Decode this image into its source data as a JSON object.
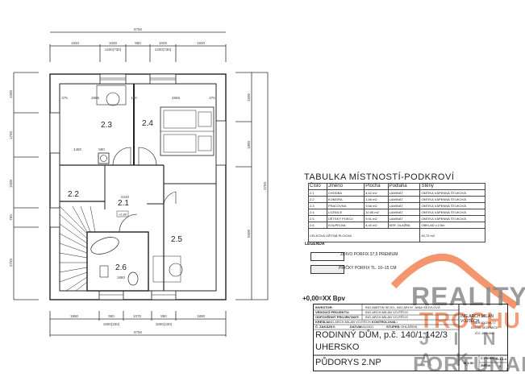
{
  "plan": {
    "dims_top": {
      "total": "6750",
      "segments": [
        "1920",
        "1000",
        "950",
        "1000",
        "1920"
      ],
      "window_notes": [
        "1400(730)",
        "1400(730)"
      ]
    },
    "dims_bottom": {
      "total": "6750",
      "segments": [
        "1890",
        "950",
        "1070",
        "950",
        "1890"
      ],
      "window_notes": [
        "1800(330)",
        "1800(330)"
      ]
    },
    "dims_left": [
      "1500",
      "1750",
      "1500",
      "750",
      "2750"
    ],
    "dims_right": [
      "1500",
      "1800",
      "5500",
      "3750"
    ],
    "interior_dims": [
      "375",
      "2865",
      "100",
      "2865",
      "375",
      "1450",
      "580",
      "2240",
      "1880"
    ],
    "level_mark": "+2,80",
    "rooms": [
      {
        "id": "2.1"
      },
      {
        "id": "2.2"
      },
      {
        "id": "2.3"
      },
      {
        "id": "2.4"
      },
      {
        "id": "2.5"
      },
      {
        "id": "2.6"
      }
    ]
  },
  "room_table": {
    "title": "TABULKA MÍSTNOSTÍ-PODKROVÍ",
    "headers": [
      "Číslo",
      "Jméno",
      "Plocha",
      "Podlaha",
      "Stěny"
    ],
    "rows": [
      [
        "2.1",
        "CHODBA",
        "4,62 m2",
        "LAMINÁT",
        "OMÍTKA VÁPENNÁ ŠTUKOVÁ"
      ],
      [
        "2.2",
        "KOMORA",
        "1,85 m2",
        "LAMINÁT",
        "OMÍTKA VÁPENNÁ ŠTUKOVÁ"
      ],
      [
        "2.3",
        "PRACOVNA",
        "9,66 m2",
        "LAMINÁT",
        "OMÍTKA VÁPENNÁ ŠTUKOVÁ"
      ],
      [
        "2.4",
        "LOŽNICE",
        "10,55 m2",
        "LAMINÁT",
        "OMÍTKA VÁPENNÁ ŠTUKOVÁ"
      ],
      [
        "2.5",
        "DĚTSKÝ POKOJ",
        "9,91 m2",
        "LAMINÁT",
        "OMÍTKA VÁPENNÁ ŠTUKOVÁ"
      ],
      [
        "2.6",
        "KOUPELNA",
        "4,40 m2",
        "KER. DLAŽBA",
        "OBKLAD v.2,5m"
      ]
    ],
    "total_label": "CELKOVÁ UŽITNÁ PLOCHA",
    "total_value": "40,72 m2"
  },
  "legend": {
    "title": "LEGENDA",
    "items": [
      {
        "label": "ZDIVO PORFIX 37,5 PREMIUM"
      },
      {
        "label": "PŘÍČKY PORFIX  TL. 10–15 CM"
      }
    ]
  },
  "title_block": {
    "level": "+0,00=XX Bpv",
    "investor_label": "INVESTOR:",
    "investor": "ING.MARTIN SEJVL, ING.ARCH. JANA SEJVLOVÁ",
    "lead_label": "VEDOUCÍ PROJEKTU:",
    "lead": "ING.ARCH.MILAN VOJTĚCH",
    "responsible_label": "ODPOVĚDNÝ PROJEKTANT:",
    "responsible": "ING.ARCH.MILAN VOJTĚCH",
    "drawn_label": "KRESLIL:",
    "drawn": "ING.ARCH.MILAN VOJTĚCH",
    "checked_label": "KONTROLOVAL:",
    "order_label": "Č. ZAKÁZKY:",
    "date_label": "DATUM:",
    "date": "04/2021",
    "stage_label": "STUPEŇ:",
    "stage": "OHLÁŠENÍ",
    "project_line1": "RODINNÝ DŮM, p.č. 140/1,142/3",
    "project_line2": "UHERSKO",
    "drawing": "PŮDORYS 2.NP",
    "scale": "M 1:50",
    "drawing_no_label": "Č.VÝKRESU:",
    "drawing_no": "D.1.1.4",
    "change_label": "ZMĚNA:",
    "change": "0",
    "firm": "ING.ARCH.MILAN VOJTĚCH",
    "firm_addr1": "NERUDOVA 77",
    "firm_addr2": "533 04 SEZEMICE",
    "firm_ico": "IČO: 46991864"
  },
  "watermark": {
    "line1": "REALITY",
    "line2": "TROCHU",
    "line3": "J I N A K",
    "line4": "FORTUNAE",
    "accent": "#f0733c",
    "gray": "#8a8a8a"
  }
}
